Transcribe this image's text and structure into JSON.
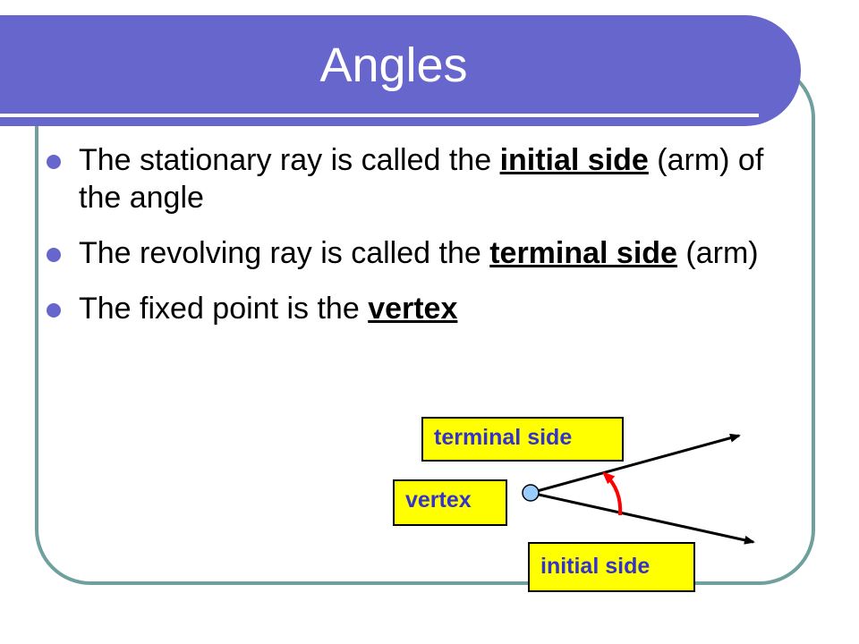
{
  "slide": {
    "title": "Angles",
    "bullets": [
      {
        "before": "The stationary ray is called the ",
        "term": "initial side",
        "after": " (arm) of the angle"
      },
      {
        "before": "The revolving ray is called the ",
        "term": "terminal side",
        "after": " (arm)"
      },
      {
        "before": "The fixed point is the ",
        "term": "vertex",
        "after": ""
      }
    ]
  },
  "diagram": {
    "labels": {
      "terminal": "terminal side",
      "vertex": "vertex",
      "initial": "initial side"
    },
    "colors": {
      "label_fill": "#ffff00",
      "label_text": "#3333cc",
      "rotation_arrow": "#ff0000",
      "vertex_point": "#99ccff"
    }
  },
  "theme": {
    "title_bar": "#6666cc",
    "frame": "#6fa09e",
    "bullet": "#6666cc"
  }
}
